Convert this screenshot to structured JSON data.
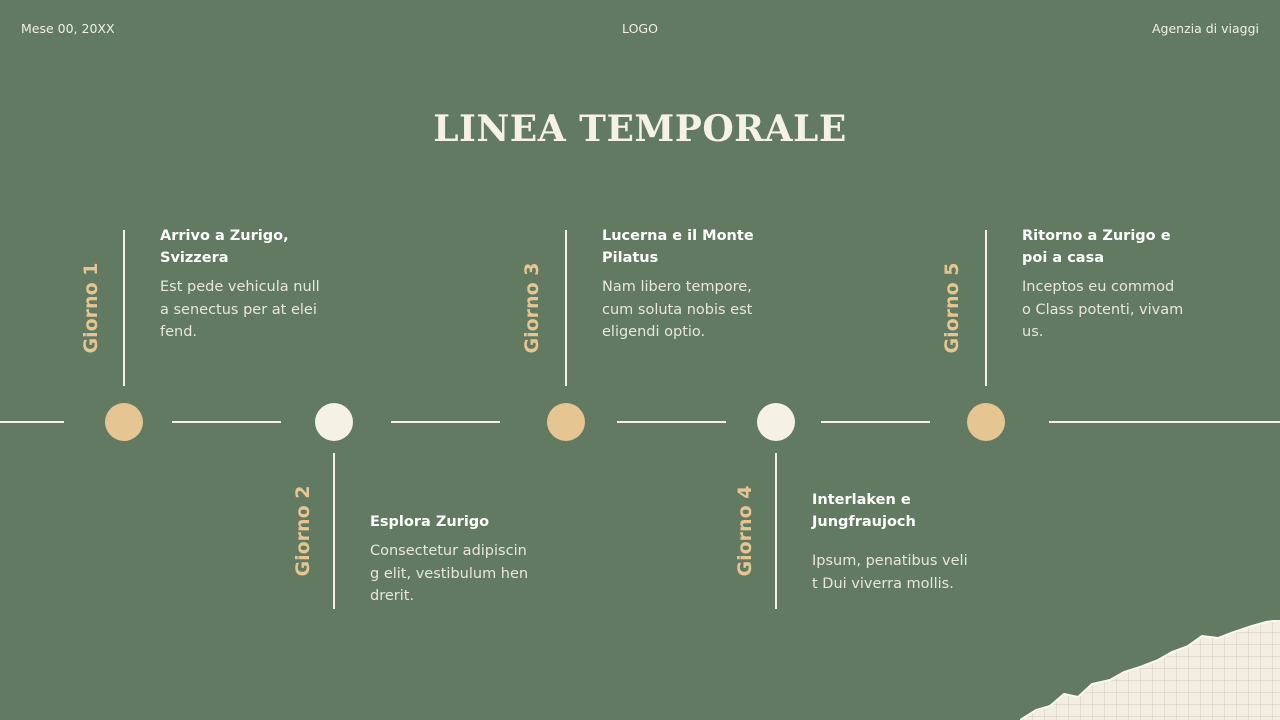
{
  "header": {
    "date": "Mese 00, 20XX",
    "logo": "LOGO",
    "agency": "Agenzia di viaggi"
  },
  "title": "LINEA TEMPORALE",
  "colors": {
    "background": "#617a61",
    "accent_tan": "#e5c591",
    "cream": "#f5f1e4"
  },
  "timeline": [
    {
      "day": "Giorno 1",
      "title": "Arrivo a Zurigo, Svizzera",
      "body": "Est pede vehicula null a senectus per at elei fend."
    },
    {
      "day": "Giorno 2",
      "title": "Esplora Zurigo",
      "body": "Consectetur adipiscin g elit, vestibulum hen drerit."
    },
    {
      "day": "Giorno 3",
      "title": "Lucerna e il Monte Pilatus",
      "body": "Nam libero tempore, cum soluta nobis est eligendi optio."
    },
    {
      "day": "Giorno 4",
      "title": "Interlaken e Jungfraujoch",
      "body": "Ipsum, penatibus veli t Dui viverra mollis."
    },
    {
      "day": "Giorno 5",
      "title": "Ritorno a Zurigo e poi a casa",
      "body": "Inceptos eu commod o Class potenti, vivam us."
    }
  ]
}
